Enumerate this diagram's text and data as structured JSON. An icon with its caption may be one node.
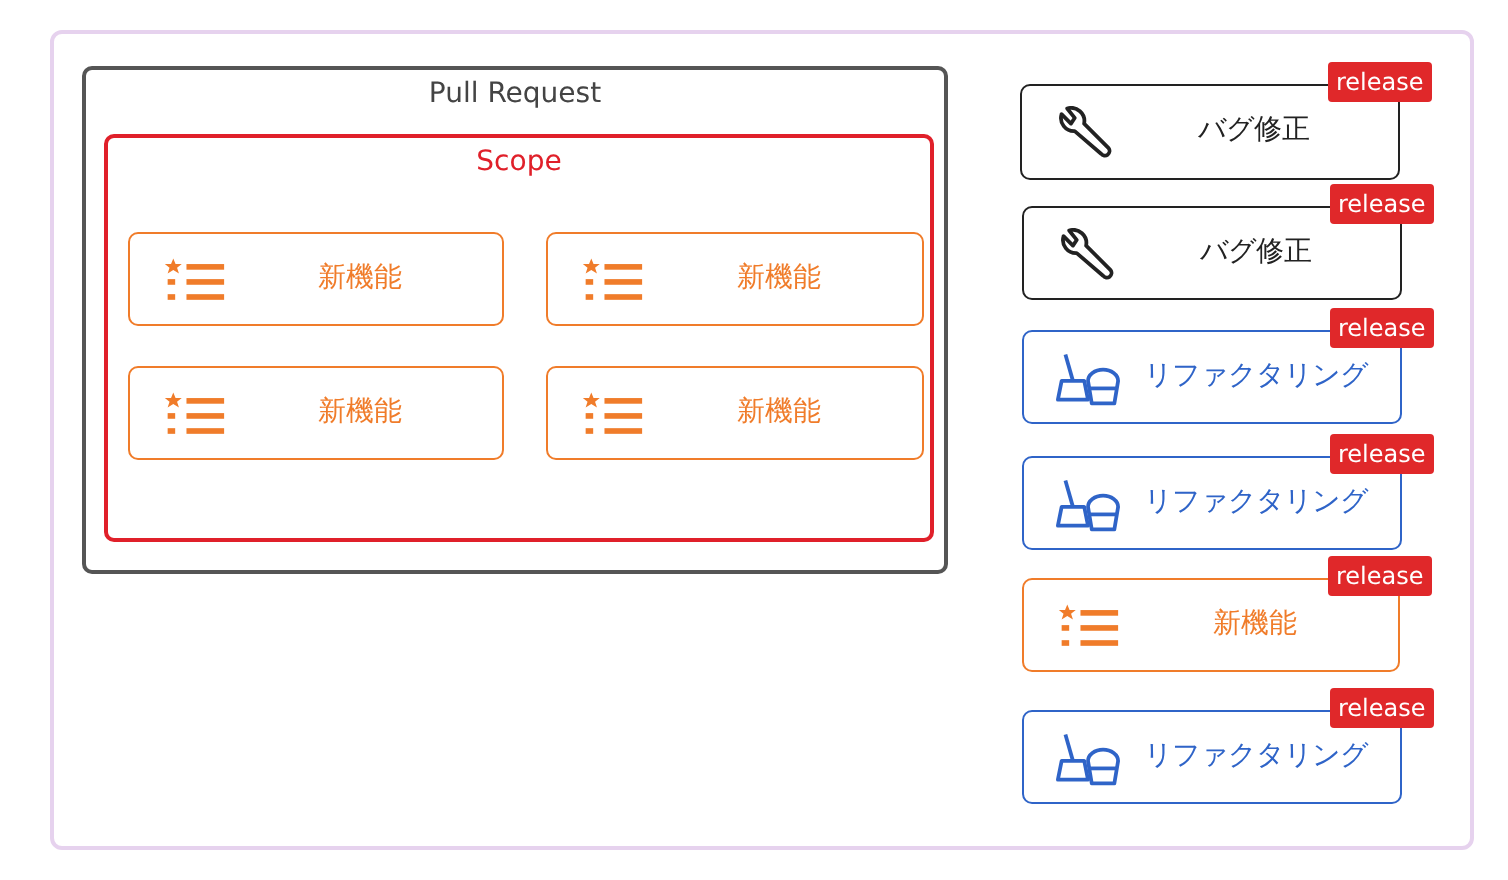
{
  "diagram": {
    "nodes": [
      {
        "text": [
          "Pull Request"
        ]
      },
      {
        "text": [
          "Scope"
        ],
        "in": 0
      },
      {
        "text": [
          "新機能"
        ],
        "in": 1
      },
      {
        "text": [
          "新機能"
        ],
        "in": 1
      },
      {
        "text": [
          "新機能"
        ],
        "in": 1
      },
      {
        "text": [
          "新機能"
        ],
        "in": 1
      },
      {
        "text": [
          "バグ修正"
        ],
        "beside": [
          "release"
        ]
      },
      {
        "text": [
          "バグ修正"
        ],
        "beside": [
          "release"
        ]
      },
      {
        "text": [
          "リファクタリング"
        ],
        "beside": [
          "release"
        ]
      },
      {
        "text": [
          "リファクタリング"
        ],
        "beside": [
          "release"
        ]
      },
      {
        "text": [
          "新機能"
        ],
        "beside": [
          "release"
        ]
      },
      {
        "text": [
          "リファクタリング"
        ],
        "beside": [
          "release"
        ]
      }
    ]
  }
}
